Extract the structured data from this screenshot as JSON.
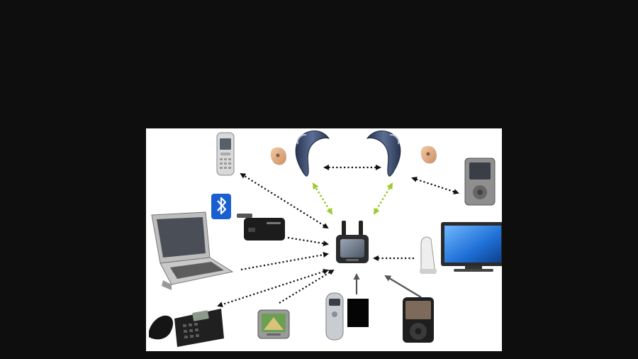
{
  "diagram": {
    "description_nodes": [
      {
        "id": "streamer",
        "icon": "streamer-hub-icon"
      },
      {
        "id": "hearing-aid-left",
        "icon": "hearing-aid-icon"
      },
      {
        "id": "hearing-aid-right",
        "icon": "hearing-aid-icon"
      },
      {
        "id": "earmold-left",
        "icon": "earmold-icon"
      },
      {
        "id": "earmold-right",
        "icon": "earmold-icon"
      },
      {
        "id": "mobile-phone",
        "icon": "mobile-phone-icon"
      },
      {
        "id": "bluetooth",
        "icon": "bluetooth-icon"
      },
      {
        "id": "bluetooth-adapter",
        "icon": "bluetooth-adapter-icon"
      },
      {
        "id": "laptop",
        "icon": "laptop-icon"
      },
      {
        "id": "desk-phone",
        "icon": "desk-phone-icon"
      },
      {
        "id": "gps",
        "icon": "gps-navigator-icon"
      },
      {
        "id": "remote-mic",
        "icon": "remote-microphone-icon"
      },
      {
        "id": "black-box",
        "icon": "black-device-icon"
      },
      {
        "id": "mp3-player",
        "icon": "mp3-player-icon"
      },
      {
        "id": "tv-streamer",
        "icon": "tv-adapter-icon"
      },
      {
        "id": "tv",
        "icon": "television-icon"
      },
      {
        "id": "remote-control",
        "icon": "remote-control-icon"
      }
    ],
    "colors": {
      "background": "#0e0e0e",
      "panel": "#ffffff",
      "arrow_black": "#111111",
      "arrow_green": "#9acd32",
      "arrow_gray": "#555555",
      "hearing_aid": "#3a4a66",
      "screen_blue": "#1e6fd6",
      "bluetooth": "#1a5fd0"
    },
    "connections": [
      {
        "from": "hearing-aid-left",
        "to": "hearing-aid-right",
        "style": "dotted-black",
        "direction": "both"
      },
      {
        "from": "streamer",
        "to": "hearing-aid-left",
        "style": "dotted-green",
        "direction": "both"
      },
      {
        "from": "streamer",
        "to": "hearing-aid-right",
        "style": "dotted-green",
        "direction": "both"
      },
      {
        "from": "hearing-aid-right",
        "to": "remote-control",
        "style": "dotted-black",
        "direction": "both"
      },
      {
        "from": "streamer",
        "to": "mobile-phone",
        "style": "dotted-black",
        "direction": "both"
      },
      {
        "from": "bluetooth-adapter",
        "to": "streamer",
        "style": "dotted-black",
        "direction": "to"
      },
      {
        "from": "laptop",
        "to": "streamer",
        "style": "dotted-black",
        "direction": "to"
      },
      {
        "from": "streamer",
        "to": "desk-phone",
        "style": "dotted-black",
        "direction": "both"
      },
      {
        "from": "gps",
        "to": "streamer",
        "style": "dotted-black",
        "direction": "to"
      },
      {
        "from": "remote-mic",
        "to": "streamer",
        "style": "solid-gray",
        "direction": "to"
      },
      {
        "from": "mp3-player",
        "to": "streamer",
        "style": "solid-gray",
        "direction": "to"
      },
      {
        "from": "tv-streamer",
        "to": "streamer",
        "style": "dotted-black",
        "direction": "to"
      }
    ]
  }
}
